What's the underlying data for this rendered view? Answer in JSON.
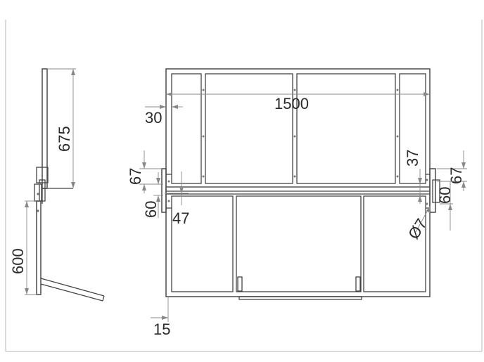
{
  "dimensions": {
    "side_height_top": "675",
    "side_height_bottom": "600",
    "overall_width": "1500",
    "frame_inset": "30",
    "bracket_height_left": "67",
    "bracket_offset_left": "60",
    "bracket_width_left": "47",
    "bottom_offset": "15",
    "hinge_offset_right": "37",
    "bracket_height_right": "67",
    "bracket_offset_right": "60",
    "hole_diameter": "Ø7"
  }
}
